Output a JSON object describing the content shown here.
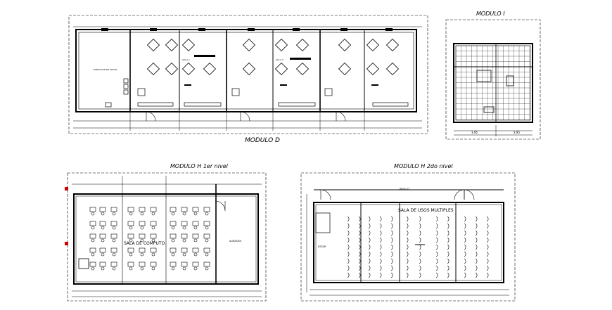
{
  "drawings": {
    "modulo_d": {
      "title": "MODULO  D",
      "room_label": "DIRECCION DE SOCIAL",
      "aula_1": "AULA 1",
      "aula_2": "AULA 2"
    },
    "modulo_i": {
      "title": "MODULO  I",
      "dim_left": "3.95",
      "dim_right": "3.95"
    },
    "modulo_h1": {
      "title": "MODULO  H    1er  nivel",
      "room_main": "SALA  DE  COMPUTO",
      "room_side": "ALMACEN"
    },
    "modulo_h2": {
      "title": "MODULO  H    2do  nivel",
      "room_main": "SALA  DE  USOS MULTIPLES",
      "room_side": "ESTAR",
      "corridor": "PASILLO"
    }
  },
  "colors": {
    "line": "#000000",
    "accent_marker": "#cc0000",
    "background": "#ffffff"
  }
}
